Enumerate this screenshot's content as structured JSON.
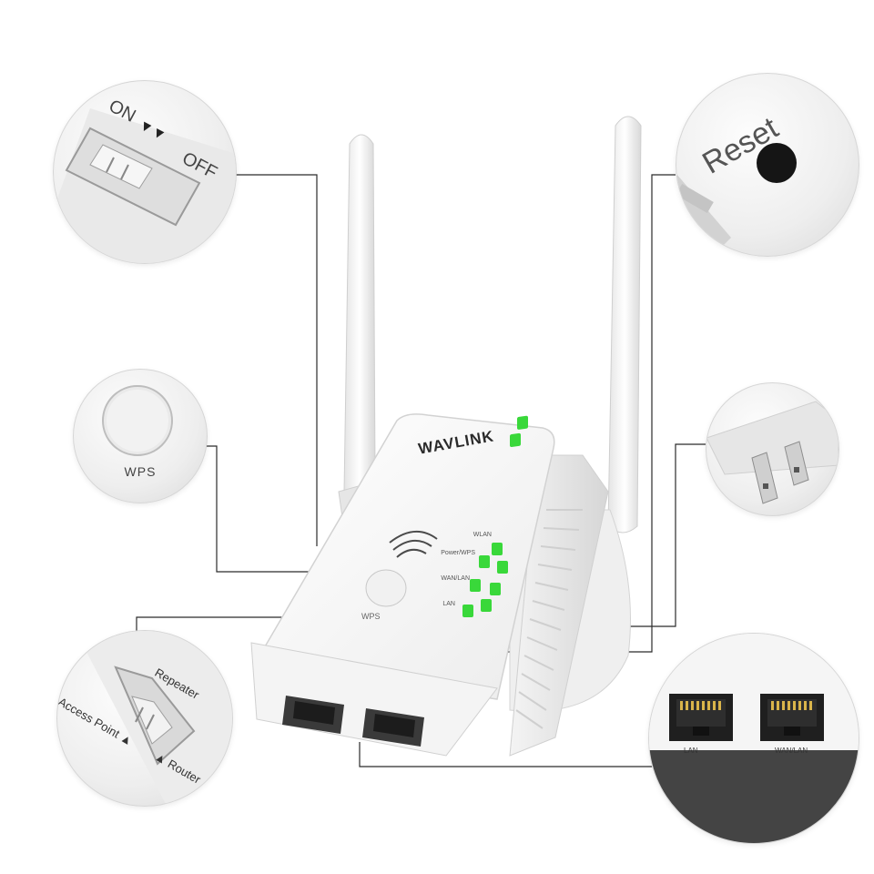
{
  "callouts": {
    "power_switch": {
      "on_label": "ON",
      "off_label": "OFF",
      "arrows": "▼▼"
    },
    "reset": {
      "label": "Reset"
    },
    "wps_button": {
      "label": "WPS"
    },
    "mode_switch": {
      "access_point_label": "Access Point ▲",
      "repeater_label": "Repeater",
      "router_label": "▲ Router"
    },
    "ports": {
      "lan_label": "LAN",
      "wan_label": "WAN/LAN"
    }
  },
  "device": {
    "brand": "WAVLINK",
    "leds": [
      {
        "label": "WLAN"
      },
      {
        "label": "Power/WPS"
      },
      {
        "label": "WAN/LAN"
      },
      {
        "label": "LAN"
      }
    ],
    "wps_label": "WPS",
    "led_color": "#39d83a"
  }
}
